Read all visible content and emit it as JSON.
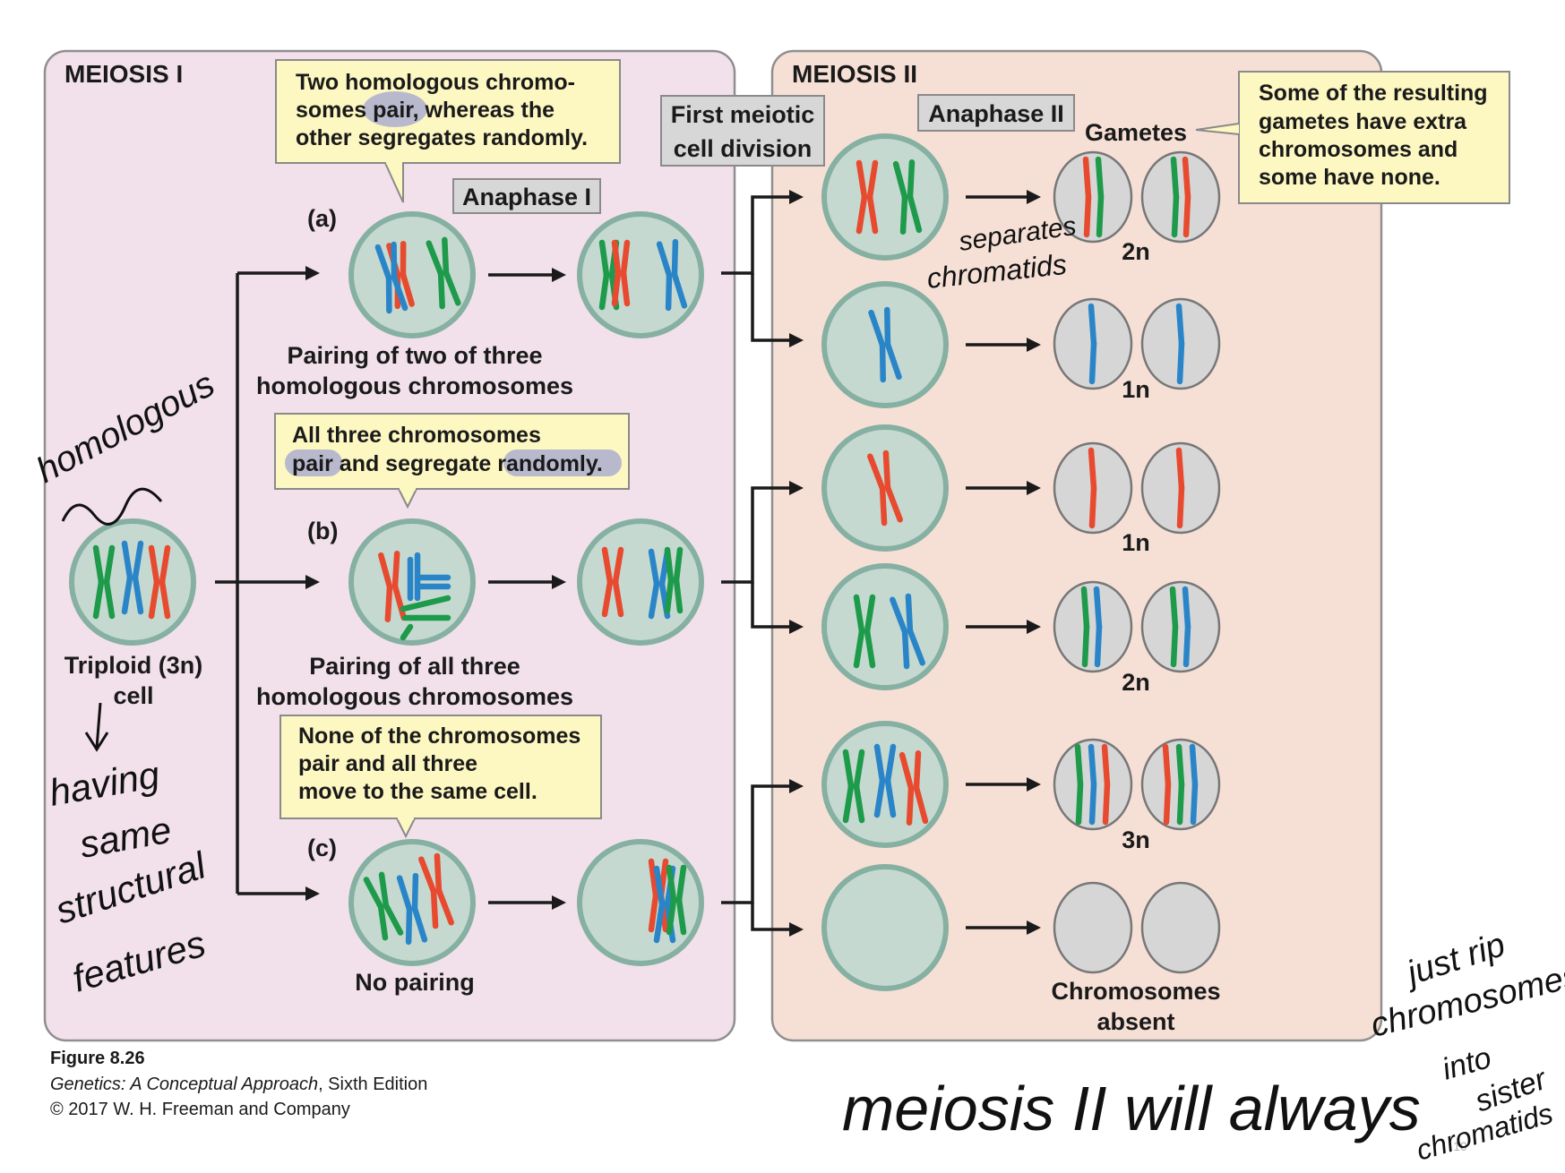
{
  "panels": {
    "meiosis1_title": "MEIOSIS I",
    "meiosis2_title": "MEIOSIS II"
  },
  "labels": {
    "first_division": [
      "First meiotic",
      "cell division"
    ],
    "anaphase1": "Anaphase I",
    "anaphase2": "Anaphase II",
    "gametes": "Gametes",
    "a": "(a)",
    "b": "(b)",
    "c": "(c)",
    "triploid": [
      "Triploid (3n)",
      "cell"
    ],
    "caption_a": [
      "Pairing of two of three",
      "homologous chromosomes"
    ],
    "caption_b": [
      "Pairing of all three",
      "homologous chromosomes"
    ],
    "caption_c": "No pairing",
    "chromosomes_absent": [
      "Chromosomes",
      "absent"
    ]
  },
  "callouts": {
    "a": [
      "Two homologous chromo-",
      "somes pair, whereas the",
      "other segregates randomly."
    ],
    "b": [
      "All three chromosomes",
      "pair and segregate randomly."
    ],
    "c": [
      "None of the chromosomes",
      "pair and all three",
      "move to the same cell."
    ],
    "gametes": [
      "Some of the resulting",
      "gametes have extra",
      "chromosomes and",
      "some have none."
    ]
  },
  "ploidy": [
    "2n",
    "1n",
    "1n",
    "2n",
    "3n"
  ],
  "figure": {
    "number": "Figure 8.26",
    "book_title": "Genetics: A Conceptual Approach",
    "edition": ", Sixth Edition",
    "copyright": "© 2017 W. H. Freeman and Company"
  },
  "annotations": {
    "homologous": "homologous",
    "having": "having",
    "same": "same",
    "structural": "structural",
    "features": "features",
    "separates": "separates",
    "chromatids": "chromatids",
    "meiosis_note": "meiosis II will always",
    "rip_note": [
      "just rip",
      "chromosomes",
      "into",
      "sister",
      "chromatids"
    ]
  },
  "page_number": "10",
  "colors": {
    "meiosis1_bg": "#f2e1ea",
    "meiosis2_bg": "#f6e0d6",
    "cell_fill": "#c5d9d0",
    "cell_border": "#85b0a2",
    "gamete_fill": "#d6d6d6",
    "red": "#e74a2f",
    "green": "#1d9a4a",
    "blue": "#2a85c8",
    "callout_bg": "#fdf7c1",
    "label_bg": "#d7d7d7",
    "highlight": "#a7a9cf"
  }
}
